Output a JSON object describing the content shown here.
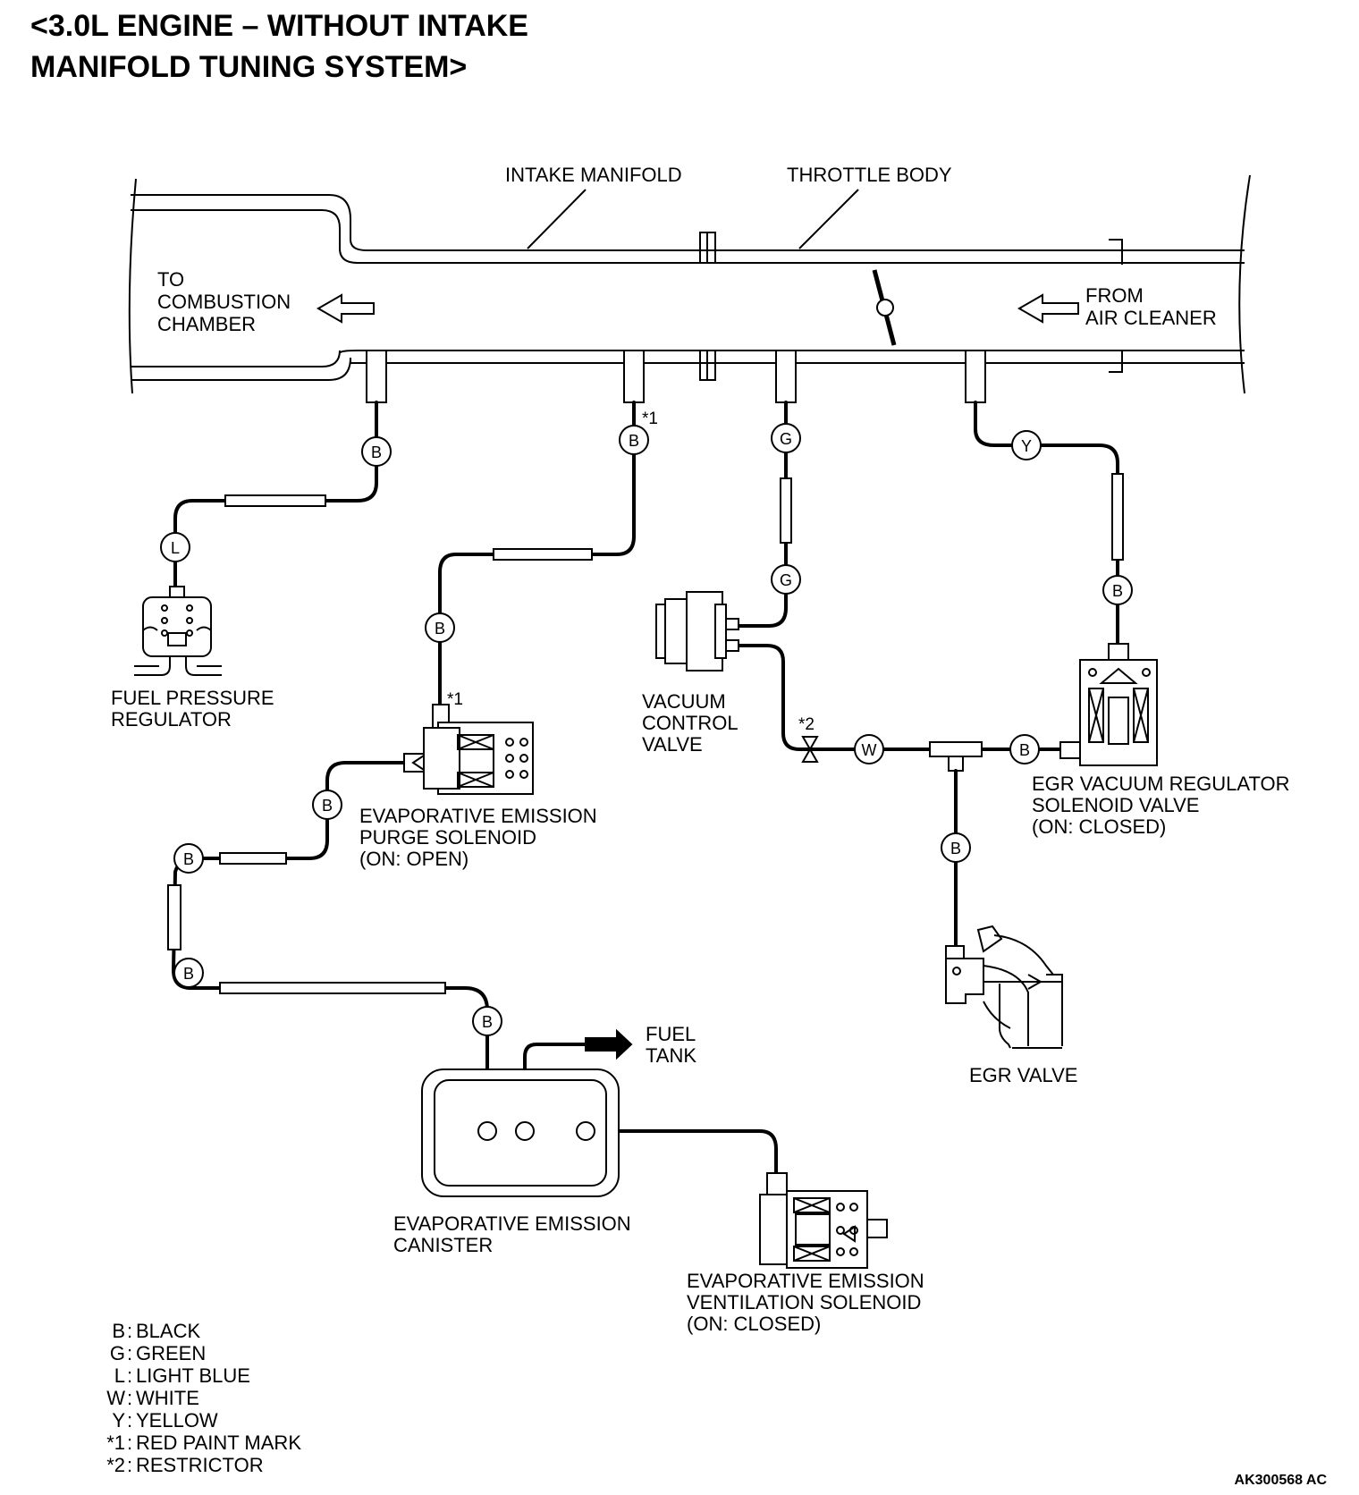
{
  "title": {
    "line1": "<3.0L ENGINE – WITHOUT INTAKE",
    "line2": "MANIFOLD TUNING SYSTEM>"
  },
  "labels": {
    "intake_manifold": "INTAKE MANIFOLD",
    "throttle_body": "THROTTLE BODY",
    "to_combustion": [
      "TO",
      "COMBUSTION",
      "CHAMBER"
    ],
    "from_air": [
      "FROM",
      "AIR CLEANER"
    ],
    "fuel_pressure_regulator": [
      "FUEL PRESSURE",
      "REGULATOR"
    ],
    "purge_solenoid": [
      "EVAPORATIVE EMISSION",
      "PURGE SOLENOID",
      "(ON: OPEN)"
    ],
    "vacuum_control_valve": [
      "VACUUM",
      "CONTROL",
      "VALVE"
    ],
    "egr_solenoid": [
      "EGR VACUUM REGULATOR",
      "SOLENOID VALVE",
      "(ON: CLOSED)"
    ],
    "egr_valve": "EGR VALVE",
    "fuel_tank": [
      "FUEL",
      "TANK"
    ],
    "canister": [
      "EVAPORATIVE EMISSION",
      "CANISTER"
    ],
    "ventilation_solenoid": [
      "EVAPORATIVE EMISSION",
      "VENTILATION SOLENOID",
      "(ON: CLOSED)"
    ]
  },
  "marks": {
    "star1": "*1",
    "star2": "*2"
  },
  "connectors": {
    "fpr_top": "B",
    "fpr_bottom": "L",
    "purge_top": "B",
    "purge_mid": "B",
    "purge_out": "B",
    "left_upper": "B",
    "left_lower": "B",
    "canister_in": "B",
    "vcv_top": "G",
    "vcv_bottom": "G",
    "white": "W",
    "tee_right": "B",
    "egr_down": "B",
    "egr_top": "Y",
    "egr_mid": "B"
  },
  "legend": [
    {
      "key": "B",
      "sep": ":",
      "text": "BLACK"
    },
    {
      "key": "G",
      "sep": ":",
      "text": "GREEN"
    },
    {
      "key": "L",
      "sep": ":",
      "text": "LIGHT BLUE"
    },
    {
      "key": "W",
      "sep": ":",
      "text": "WHITE"
    },
    {
      "key": "Y",
      "sep": ":",
      "text": "YELLOW"
    },
    {
      "key": "*1",
      "sep": ":",
      "text": "RED PAINT MARK"
    },
    {
      "key": "*2",
      "sep": ":",
      "text": "RESTRICTOR"
    }
  ],
  "code": "AK300568 AC"
}
